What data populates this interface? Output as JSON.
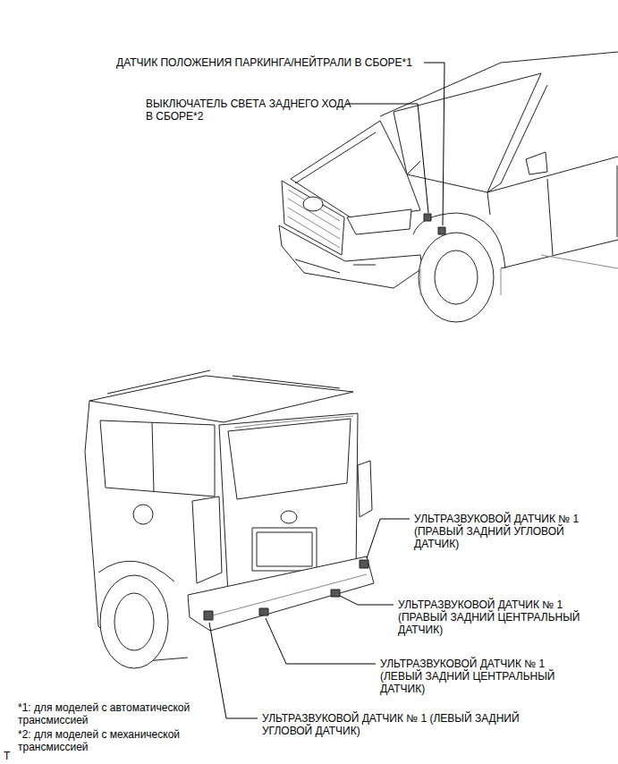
{
  "diagram": {
    "labels": [
      "ДАТЧИК ПОЛОЖЕНИЯ ПАРКИНГА/НЕЙТРАЛИ В СБОРЕ*1",
      "ВЫКЛЮЧАТЕЛЬ СВЕТА ЗАДНЕГО ХОДА В СБОРЕ*2",
      "УЛЬТРАЗВУКОВОЙ ДАТЧИК № 1 (ПРАВЫЙ ЗАДНИЙ УГЛОВОЙ ДАТЧИК)",
      "УЛЬТРАЗВУКОВОЙ ДАТЧИК № 1 (ПРАВЫЙ ЗАДНИЙ ЦЕНТРАЛЬНЫЙ ДАТЧИК)",
      "УЛЬТРАЗВУКОВОЙ ДАТЧИК № 1 (ЛЕВЫЙ ЗАДНИЙ ЦЕНТРАЛЬНЫЙ ДАТЧИК)",
      "УЛЬТРАЗВУКОВОЙ ДАТЧИК № 1 (ЛЕВЫЙ ЗАДНИЙ УГЛОВОЙ ДАТЧИК)",
      "*1: для моделей с автоматической трансмиссией",
      "*2: для моделей с механической трансмиссией",
      "T"
    ]
  }
}
